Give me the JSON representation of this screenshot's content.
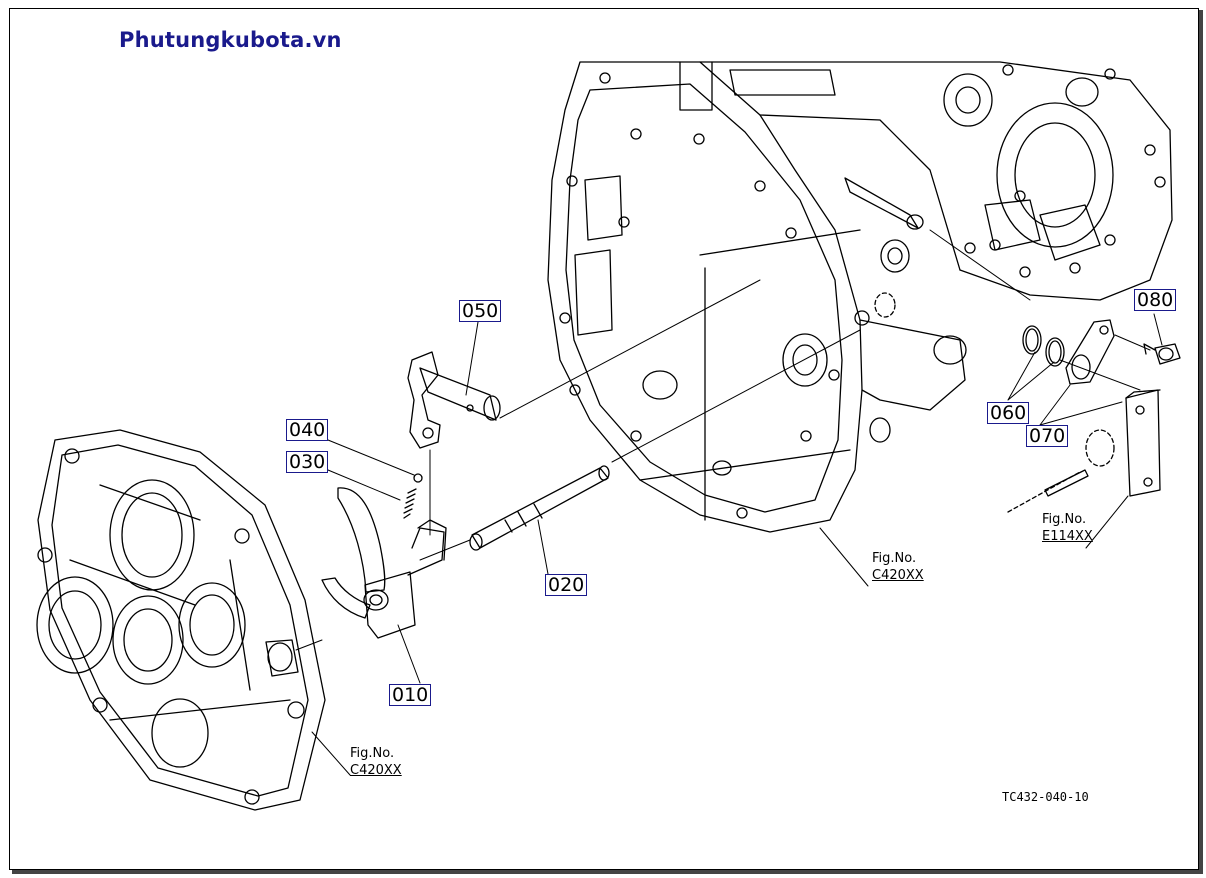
{
  "watermark": "Phutungkubota.vn",
  "part_labels": {
    "p010": "010",
    "p020": "020",
    "p030": "030",
    "p040": "040",
    "p050": "050",
    "p060": "060",
    "p070": "070",
    "p080": "080"
  },
  "figure_refs": {
    "ref_a": {
      "label": "Fig.No.",
      "code": "C420XX"
    },
    "ref_b": {
      "label": "Fig.No.",
      "code": "C420XX"
    },
    "ref_c": {
      "label": "Fig.No.",
      "code": "E114XX"
    }
  },
  "drawing_code": "TC432-040-10",
  "colors": {
    "label_border": "#1a1a8c",
    "brand": "#1a1a8c",
    "line": "#000000"
  }
}
